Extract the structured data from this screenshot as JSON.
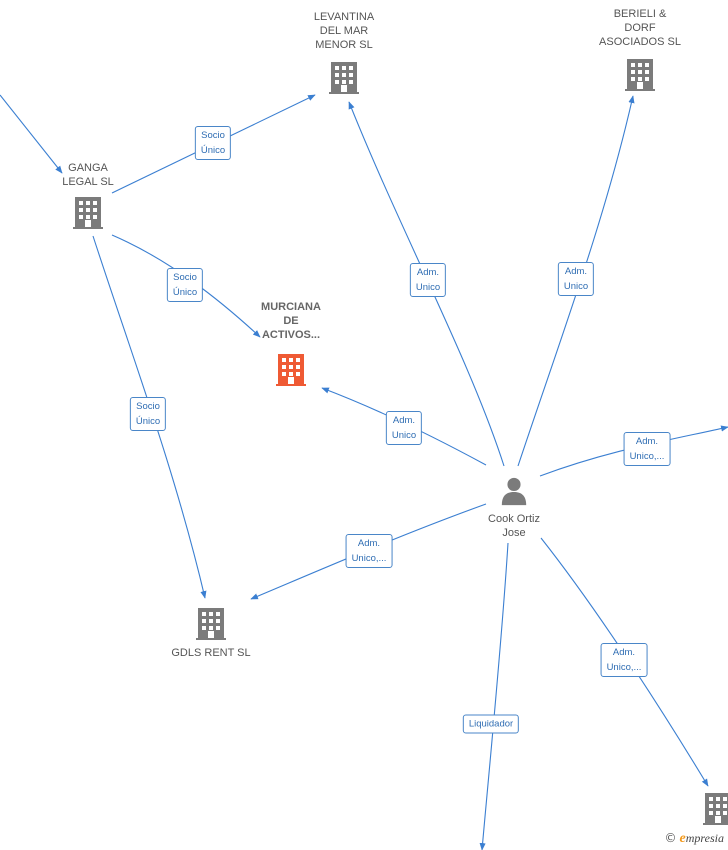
{
  "colors": {
    "edge": "#3b7fd1",
    "company": "#7b7b7b",
    "focus_company": "#ef5a34",
    "person": "#7b7b7b",
    "label_border": "#4a86c8",
    "label_text": "#2f6db3"
  },
  "nodes": [
    {
      "id": "ganga",
      "type": "company",
      "icon": "building-icon",
      "lines": [
        "GANGA",
        "LEGAL  SL"
      ]
    },
    {
      "id": "levantina",
      "type": "company",
      "icon": "building-icon",
      "lines": [
        "LEVANTINA",
        "DEL MAR",
        "MENOR  SL"
      ]
    },
    {
      "id": "berieli",
      "type": "company",
      "icon": "building-icon",
      "lines": [
        "BERIELI &",
        "DORF",
        "ASOCIADOS SL"
      ]
    },
    {
      "id": "murciana",
      "type": "focus-company",
      "icon": "building-icon",
      "lines": [
        "MURCIANA",
        "DE",
        "ACTIVOS..."
      ]
    },
    {
      "id": "gdls",
      "type": "company",
      "icon": "building-icon",
      "lines": [
        "GDLS RENT  SL"
      ]
    },
    {
      "id": "cook",
      "type": "person",
      "icon": "person-icon",
      "lines": [
        "Cook Ortiz",
        "Jose"
      ]
    },
    {
      "id": "bottom_right",
      "type": "company",
      "icon": "building-icon",
      "lines": []
    }
  ],
  "edges": [
    {
      "id": "e1",
      "from": "offscreen_left",
      "to": "ganga",
      "lines": []
    },
    {
      "id": "e2",
      "from": "ganga",
      "to": "levantina",
      "lines": [
        "Socio",
        "Único"
      ]
    },
    {
      "id": "e3",
      "from": "ganga",
      "to": "murciana",
      "lines": [
        "Socio",
        "Único"
      ]
    },
    {
      "id": "e4",
      "from": "ganga",
      "to": "gdls",
      "lines": [
        "Socio",
        "Único"
      ]
    },
    {
      "id": "e5",
      "from": "cook",
      "to": "levantina",
      "lines": [
        "Adm.",
        "Unico"
      ]
    },
    {
      "id": "e6",
      "from": "cook",
      "to": "berieli",
      "lines": [
        "Adm.",
        "Unico"
      ]
    },
    {
      "id": "e7",
      "from": "cook",
      "to": "murciana",
      "lines": [
        "Adm.",
        "Unico"
      ]
    },
    {
      "id": "e8",
      "from": "cook",
      "to": "offscreen_right",
      "lines": [
        "Adm.",
        "Unico,..."
      ]
    },
    {
      "id": "e9",
      "from": "cook",
      "to": "gdls",
      "lines": [
        "Adm.",
        "Unico,..."
      ]
    },
    {
      "id": "e10",
      "from": "cook",
      "to": "bottom_right",
      "lines": [
        "Adm.",
        "Unico,..."
      ]
    },
    {
      "id": "e11",
      "from": "cook",
      "to": "offscreen_bottom",
      "lines": [
        "Liquidador"
      ]
    }
  ],
  "brand": {
    "copyright": "©",
    "initial": "e",
    "rest": "mpresia"
  }
}
